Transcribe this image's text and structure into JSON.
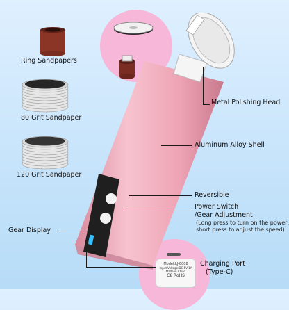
{
  "labels": {
    "ring_sandpapers": "Ring Sandpapers",
    "grit_80": "80 Grit Sandpaper",
    "grit_120": "120 Grit Sandpaper",
    "metal_head": "Metal Polishing Head",
    "shell": "Aluminum Alloy Shell",
    "reversible": "Reversible",
    "power_switch_1": "Power Switch",
    "power_switch_2": "/Gear Adjustment",
    "power_note_1": "(Long press to turn on the power,",
    "power_note_2": "short press to adjust the speed)",
    "gear_display": "Gear Display",
    "charging_1": "Charging Port",
    "charging_2": "(Type-C)"
  },
  "port_label": {
    "model": "Model:LJ-6008",
    "voltage": "Input Voltage:DC 5V-1A",
    "made": "Made in China",
    "marks": "C€ RoHS"
  },
  "colors": {
    "background": "#c7e4fb",
    "pink_circle": "#f6b7d8",
    "device_pink": "#f2a8b8",
    "text": "#111111"
  }
}
